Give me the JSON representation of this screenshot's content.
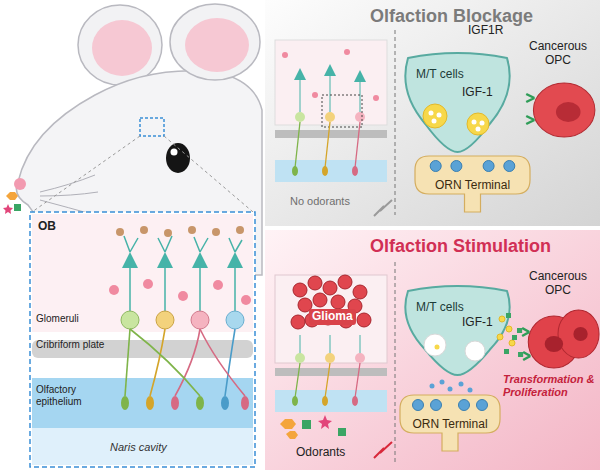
{
  "diagram": {
    "nodes": [
      {
        "text": [
          "Olfaction Blockage"
        ]
      },
      {
        "text": [
          "M/T cells"
        ],
        "in": 0
      },
      {
        "text": [
          "ORN Terminal"
        ],
        "in": 0
      },
      {
        "text": [
          "Cancerous OPC"
        ],
        "in": 0
      },
      {
        "text": [
          "Olfaction Stimulation"
        ]
      },
      {
        "text": [
          "M/T cells"
        ],
        "in": 4
      },
      {
        "text": [
          "ORN Terminal"
        ],
        "in": 4
      },
      {
        "text": [
          "Cancerous OPC"
        ],
        "in": 4
      }
    ],
    "labels": [
      "IGF1R",
      "IGF-1",
      "No odorants",
      "Glioma",
      "IGF-1",
      "Transformation & Proliferation",
      "Odorants",
      "OB",
      "Glomeruli",
      "Cribriform plate",
      "Olfactory epithelium",
      "Naris cavity"
    ]
  }
}
